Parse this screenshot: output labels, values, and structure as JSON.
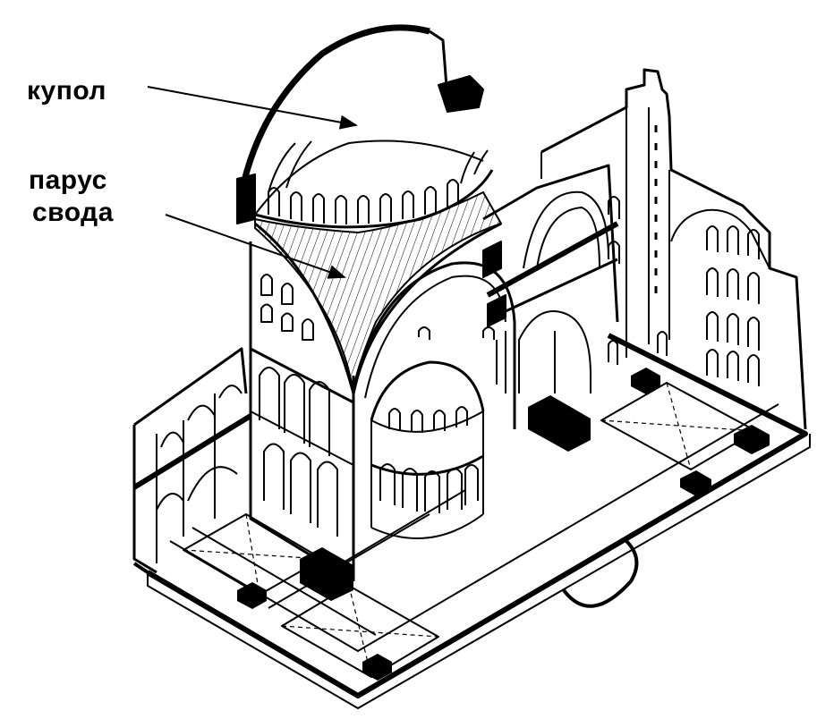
{
  "labels": {
    "dome": "купол",
    "pendentive_line1": "парус",
    "pendentive_line2": "свода"
  },
  "colors": {
    "ink": "#000000",
    "paper": "#ffffff"
  }
}
